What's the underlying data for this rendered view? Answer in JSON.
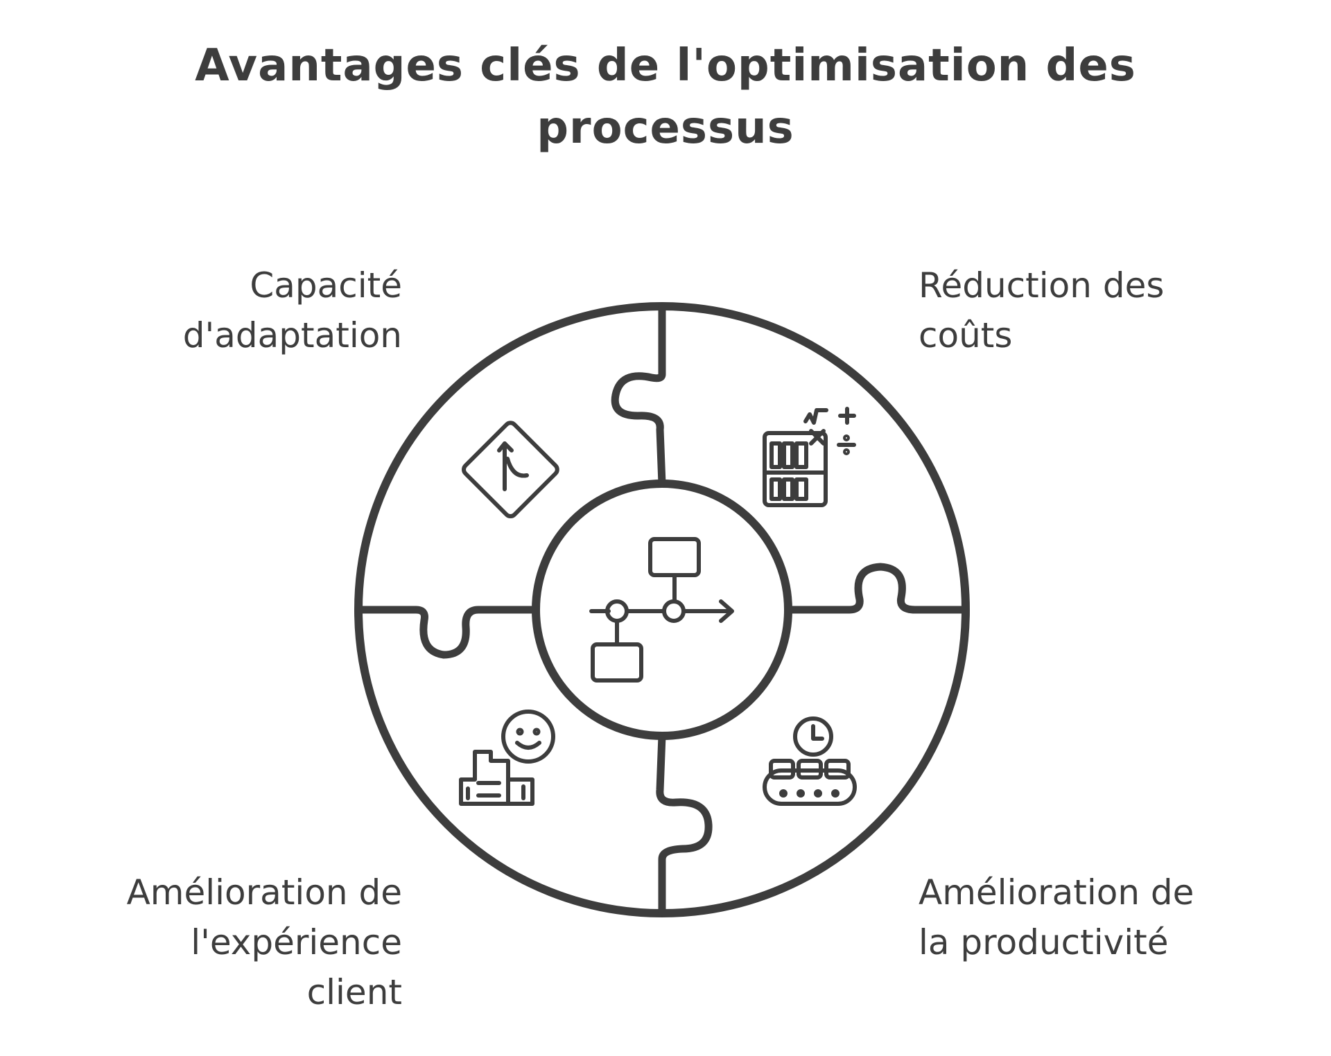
{
  "title": "Avantages clés de l'optimisation des processus",
  "center": {
    "icon": "process-flowchart-icon"
  },
  "segments": [
    {
      "position": "top-left",
      "label": "Capacité\nd'adaptation",
      "icon": "merge-road-sign-icon"
    },
    {
      "position": "top-right",
      "label": "Réduction des\ncoûts",
      "icon": "calculator-math-icon"
    },
    {
      "position": "bottom-left",
      "label": "Amélioration de\nl'expérience\nclient",
      "icon": "happy-customer-store-icon"
    },
    {
      "position": "bottom-right",
      "label": "Amélioration de\nla productivité",
      "icon": "conveyor-clock-icon"
    }
  ],
  "colors": {
    "stroke": "#3d3d3d",
    "background": "#ffffff"
  }
}
